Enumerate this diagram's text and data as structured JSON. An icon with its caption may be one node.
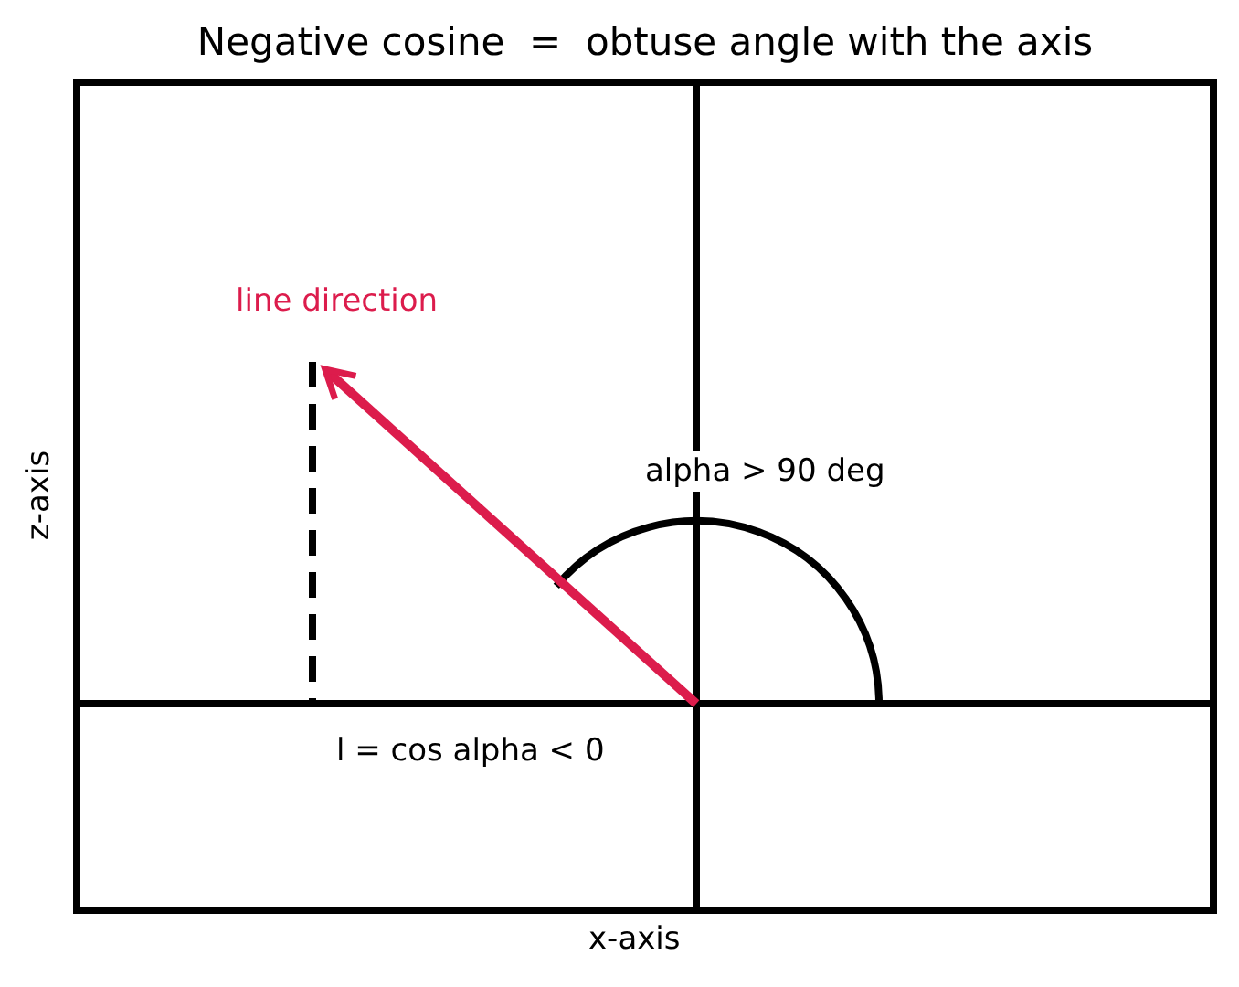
{
  "diagram": {
    "title": "Negative cosine  =  obtuse angle with the axis",
    "labels": [
      "line direction",
      "alpha > 90 deg",
      "l = cos alpha < 0",
      "x-axis",
      "z-axis"
    ]
  }
}
